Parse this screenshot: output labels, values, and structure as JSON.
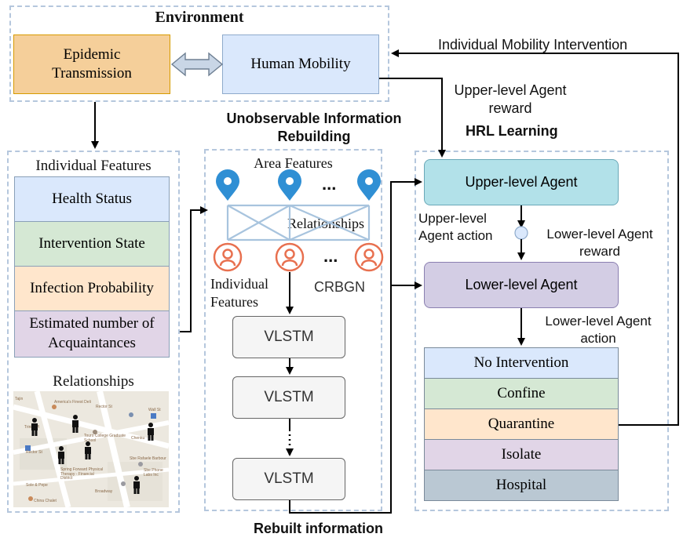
{
  "environment": {
    "title": "Environment",
    "epidemic": "Epidemic\nTransmission",
    "mobility": "Human Mobility"
  },
  "individual": {
    "title": "Individual Features",
    "features": [
      {
        "label": "Health Status",
        "color": "#dae8fc"
      },
      {
        "label": "Intervention State",
        "color": "#d5e8d4"
      },
      {
        "label": "Infection Probability",
        "color": "#ffe6cc"
      },
      {
        "label": "Estimated number of\nAcquaintances",
        "color": "#e1d5e7"
      }
    ],
    "relationships_title": "Relationships",
    "map_labels": [
      "Tajin",
      "America's Finest Deli",
      "Rector St",
      "Trinity Pl",
      "Touro College Graduate School",
      "Wall St",
      "Chenku",
      "Rector St",
      "Spring Forward Physical Therapy - Financial District",
      "Sbe Rafaele Barbour",
      "Sbe Phone Labs Inc",
      "Sole & Pepe",
      "Broadway",
      "China Chalet"
    ]
  },
  "unobservable": {
    "title": "Unobservable Information\nRebuilding",
    "area_features": "Area Features",
    "relationships": "Relationships",
    "individual_features": "Individual\nFeatures",
    "crbgn": "CRBGN",
    "ellipsis": "...",
    "vlstm": "VLSTM",
    "rebuilt": "Rebuilt information"
  },
  "hrl": {
    "title": "HRL Learning",
    "upper_reward": "Upper-level Agent\nreward",
    "upper_agent": "Upper-level Agent",
    "upper_action": "Upper-level\nAgent action",
    "lower_reward": "Lower-level Agent\nreward",
    "lower_agent": "Lower-level Agent",
    "lower_action": "Lower-level Agent\naction",
    "actions": [
      {
        "label": "No Intervention",
        "color": "#dae8fc"
      },
      {
        "label": "Confine",
        "color": "#d5e8d4"
      },
      {
        "label": "Quarantine",
        "color": "#ffe6cc"
      },
      {
        "label": "Isolate",
        "color": "#e1d5e7"
      },
      {
        "label": "Hospital",
        "color": "#bac8d3"
      }
    ]
  },
  "intervention": "Individual Mobility Intervention",
  "colors": {
    "dash_border": "#b5c7dd",
    "epidemic_fill": "#f5cf9a",
    "mobility_fill": "#dae8fc",
    "upper_agent_fill": "#b2e1e9",
    "lower_agent_fill": "#d3cde4",
    "pin": "#2f8fd4",
    "person": "#e8704f",
    "link": "#a8c4de"
  }
}
